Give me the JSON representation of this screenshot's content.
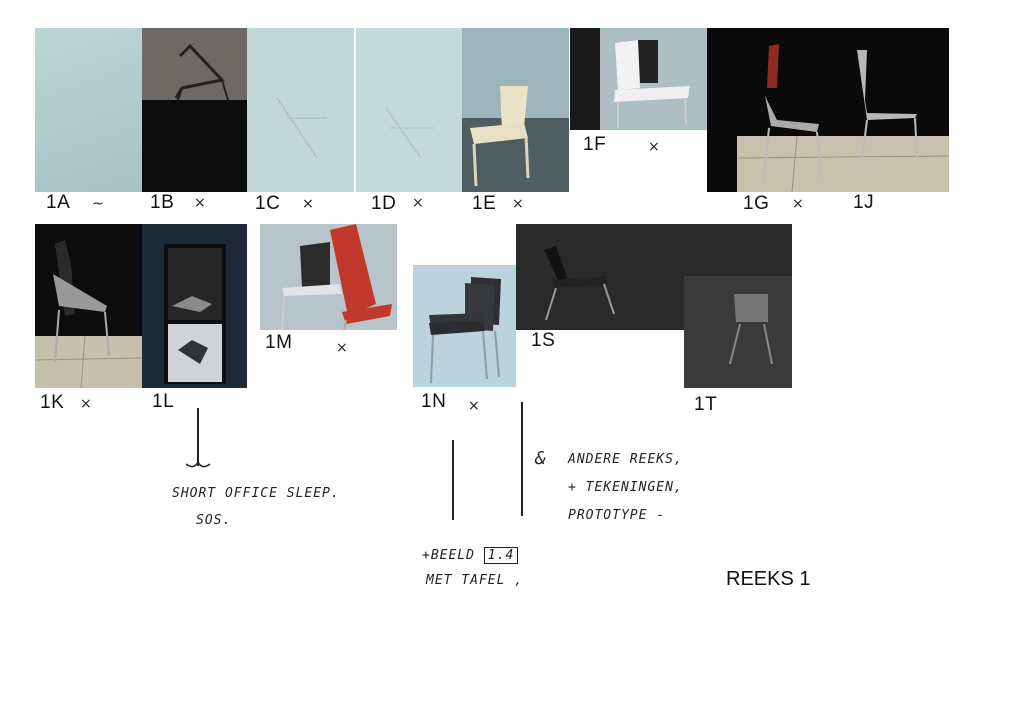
{
  "sheet_title": "REEKS 1",
  "row1": {
    "labels": [
      "1A",
      "1B",
      "1C",
      "1D",
      "1E",
      "1F",
      "1G",
      "1J"
    ]
  },
  "row2": {
    "labels": [
      "1K",
      "1L",
      "1M",
      "1N",
      "1S",
      "1T"
    ]
  },
  "marks": {
    "x": "×",
    "dash": "~"
  },
  "notes": {
    "left_line1": "SHORT OFFICE SLEEP.",
    "left_line2": "SOS.",
    "right_amp": "&",
    "right_line1": "ANDERE REEKS,",
    "right_line2": "+ TEKENINGEN,",
    "right_line3": "PROTOTYPE -",
    "center_line1": "+BEELD",
    "center_box": "1.4",
    "center_line2": "MET TAFEL ,"
  }
}
